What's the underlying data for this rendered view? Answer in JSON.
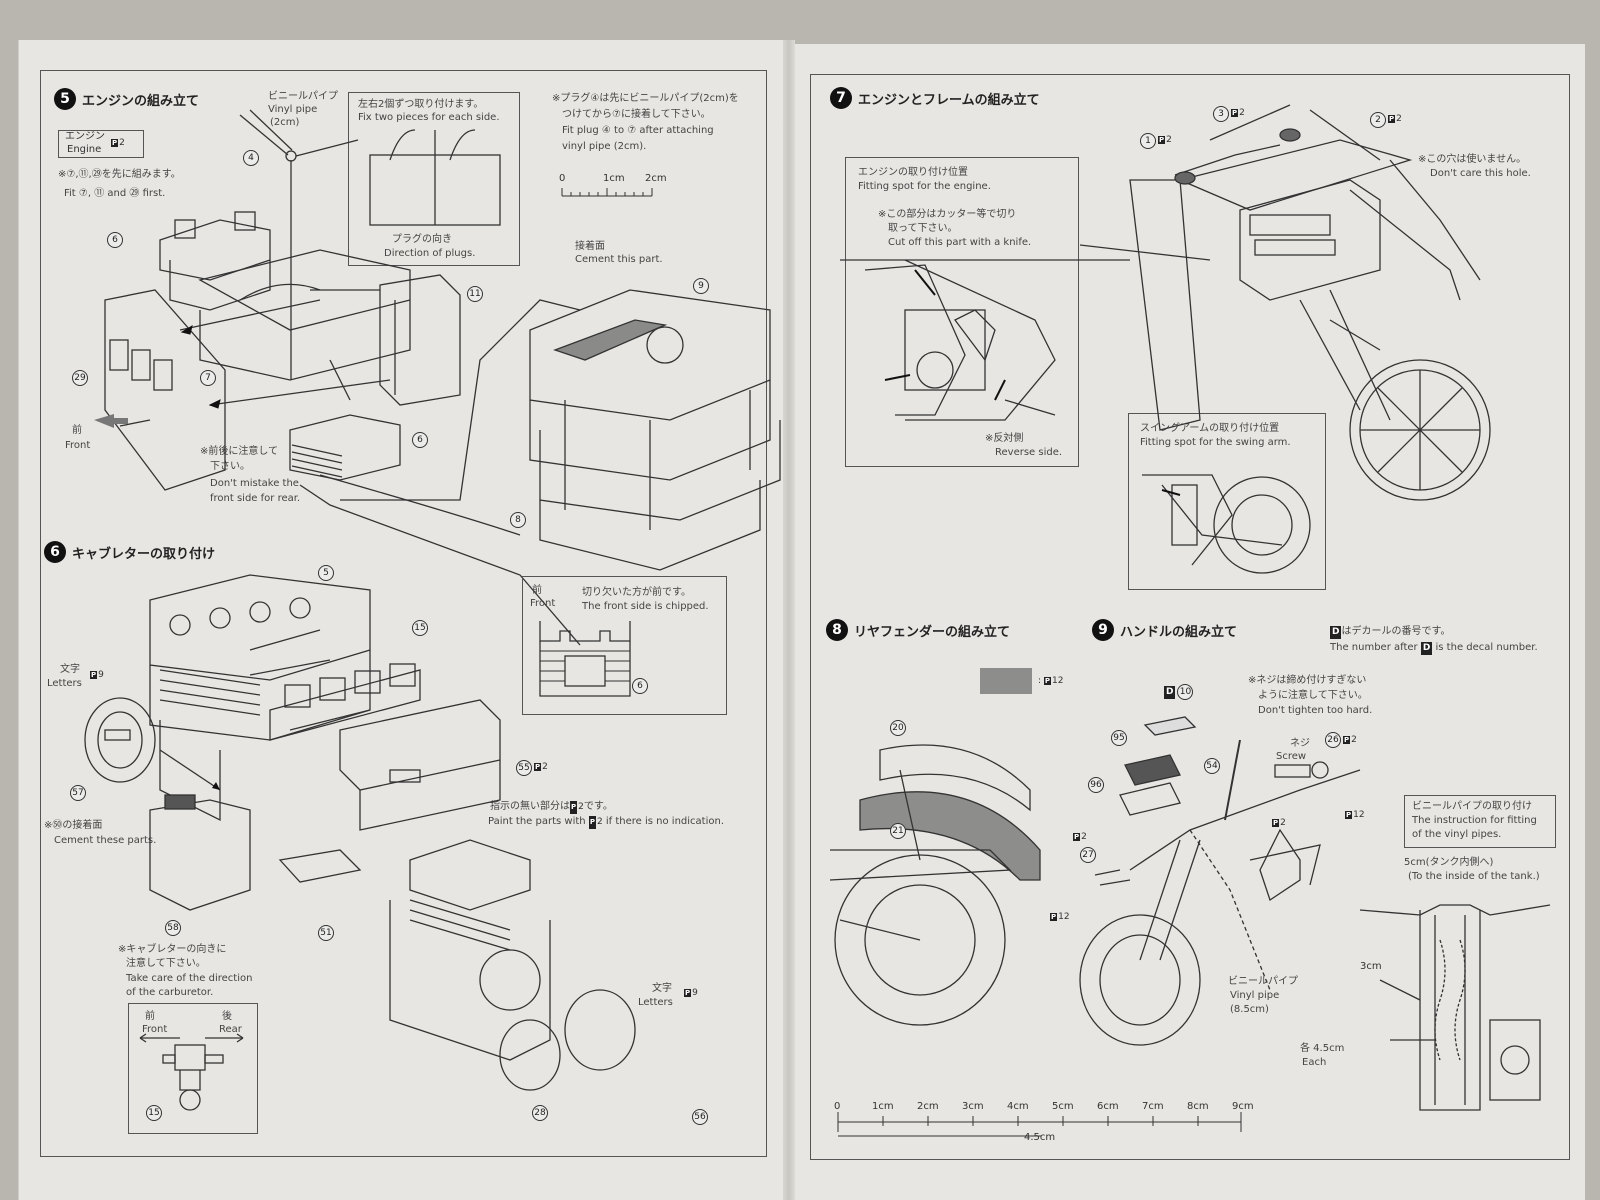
{
  "step5": {
    "badge": "5",
    "title": "エンジンの組み立て",
    "engine_label_jp": "エンジン",
    "engine_label_en": "Engine",
    "engine_ph": "2",
    "note_jp": "※⑦,⑪,㉙を先に組みます。",
    "note_en": "Fit ⑦, ⑪ and ㉙ first.",
    "vinyl_jp": "ビニールパイプ",
    "vinyl_en": "Vinyl pipe",
    "vinyl_len": "(2cm)",
    "fix_jp": "左右2個ずつ取り付けます。",
    "fix_en": "Fix two pieces for each side.",
    "plug_dir_jp": "プラグの向き",
    "plug_dir_en": "Direction of plugs.",
    "plug_note_jp": "※プラグ④は先にビニールパイプ(2cm)を",
    "plug_note_jp2": "つけてから⑦に接着して下さい。",
    "plug_note_en": "Fit plug ④ to ⑦ after attaching",
    "plug_note_en2": "vinyl pipe (2cm).",
    "scale": [
      "0",
      "1cm",
      "2cm"
    ],
    "cement_jp": "接着面",
    "cement_en": "Cement this part.",
    "front_jp": "前",
    "front_en": "Front",
    "mistake_jp": "※前後に注意して",
    "mistake_jp2": "下さい。",
    "mistake_en": "Don't mistake the",
    "mistake_en2": "front side for rear.",
    "parts": [
      "4",
      "6",
      "7",
      "29",
      "11",
      "6",
      "9",
      "8"
    ]
  },
  "step6": {
    "badge": "6",
    "title": "キャブレターの取り付け",
    "chip_front_jp": "前",
    "chip_front_en": "Front",
    "chip_jp": "切り欠いた方が前です。",
    "chip_en": "The front side is chipped.",
    "letters_jp": "文字",
    "letters_en": "Letters",
    "letters_ph": "9",
    "cement_jp": "※㊿の接着面",
    "cement_en": "Cement these parts.",
    "default_jp": "指示の無い部分は",
    "default_jp2": "です。",
    "default_en": "Paint the parts with",
    "default_en2": "if there is no indication.",
    "default_ph": "2",
    "carb_jp": "※キャブレターの向きに",
    "carb_jp2": "注意して下さい。",
    "carb_en": "Take care of the direction",
    "carb_en2": "of the carburetor.",
    "front_jp": "前",
    "front_en": "Front",
    "rear_jp": "後",
    "rear_en": "Rear",
    "parts": [
      "5",
      "15",
      "57",
      "58",
      "51",
      "55",
      "28",
      "56",
      "15",
      "6"
    ]
  },
  "step7": {
    "badge": "7",
    "title": "エンジンとフレームの組み立て",
    "spot_jp": "エンジンの取り付け位置",
    "spot_en": "Fitting spot for the engine.",
    "cut_jp": "※この部分はカッター等で切り",
    "cut_jp2": "取って下さい。",
    "cut_en": "Cut off this part with a knife.",
    "reverse_jp": "※反対側",
    "reverse_en": "Reverse side.",
    "swing_jp": "スイングアームの取り付け位置",
    "swing_en": "Fitting spot for the swing arm.",
    "hole_jp": "※この穴は使いません。",
    "hole_en": "Don't care this hole.",
    "parts": [
      "1",
      "3",
      "2"
    ],
    "parts_ph": "2"
  },
  "step8": {
    "badge": "8",
    "title": "リヤフェンダーの組み立て",
    "ph": "12",
    "parts": [
      "20",
      "21"
    ]
  },
  "step9": {
    "badge": "9",
    "title": "ハンドルの組み立て",
    "decal_jp": "はデカールの番号です。",
    "decal_en": "The number after",
    "decal_en2": "is the decal number.",
    "decal_letter": "D",
    "screw_note_jp": "※ネジは締め付けすぎない",
    "screw_note_jp2": "ように注意して下さい。",
    "screw_note_en": "Don't tighten too hard.",
    "screw_jp": "ネジ",
    "screw_en": "Screw",
    "vinyl_jp": "ビニールパイプ",
    "vinyl_en": "Vinyl pipe",
    "vinyl_len": "(8.5cm)",
    "fit_jp": "ビニールパイプの取り付け",
    "fit_en": "The instruction for fitting",
    "fit_en2": "of the vinyl pipes.",
    "tank_jp": "5cm(タンク内側へ)",
    "tank_en": "(To the inside of the tank.)",
    "len3": "3cm",
    "each_jp": "各 4.5cm",
    "each_en": "Each",
    "decal_num": "10",
    "ph": "2",
    "ph12": "12",
    "parts": [
      "95",
      "96",
      "27",
      "54",
      "26"
    ]
  },
  "ruler": {
    "marks": [
      "0",
      "1cm",
      "2cm",
      "3cm",
      "4cm",
      "5cm",
      "6cm",
      "7cm",
      "8cm",
      "9cm"
    ],
    "sub": "4.5cm"
  }
}
